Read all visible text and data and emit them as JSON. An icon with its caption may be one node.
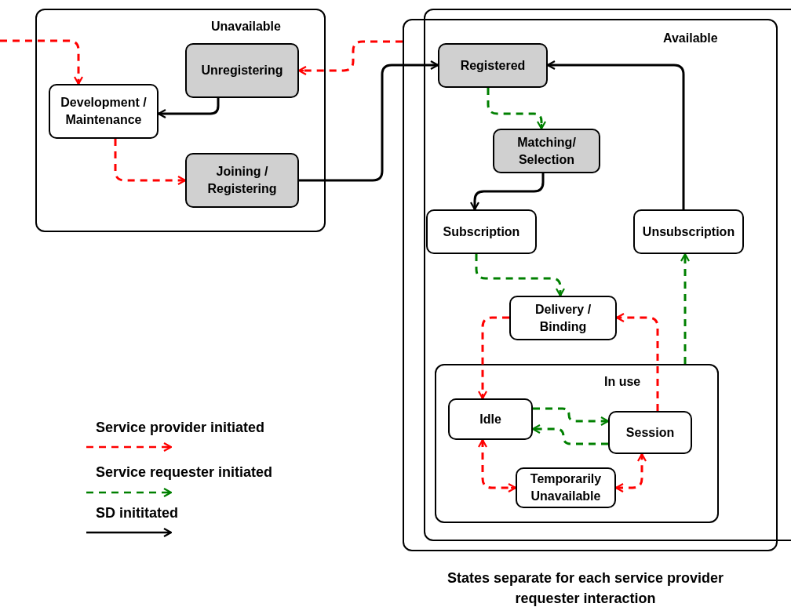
{
  "diagram": {
    "caption": "States separate for each service provider requester interaction",
    "nodes": [
      {
        "text": [
          "Unavailable"
        ]
      },
      {
        "text": [
          "Unregistering"
        ],
        "in": 0
      },
      {
        "text": [
          "Development / Maintenance"
        ],
        "in": 0
      },
      {
        "text": [
          "Joining / Registering"
        ],
        "in": 0
      },
      {
        "text": [
          "Available"
        ]
      },
      {
        "text": [
          "Registered"
        ],
        "in": 4
      },
      {
        "text": [
          "Matching/ Selection"
        ],
        "in": 4
      },
      {
        "text": [
          "Subscription"
        ],
        "in": 4
      },
      {
        "text": [
          "Unsubscription"
        ],
        "in": 4
      },
      {
        "text": [
          "Delivery / Binding"
        ],
        "in": 4
      },
      {
        "text": [
          "In use"
        ],
        "in": 4
      },
      {
        "text": [
          "Idle"
        ],
        "in": 10
      },
      {
        "text": [
          "Session"
        ],
        "in": 10
      },
      {
        "text": [
          "Temporarily Unavailable"
        ],
        "in": 10
      }
    ],
    "edges": [
      {
        "from": null,
        "to": 2,
        "arrow": "to",
        "style": "dashed",
        "color": "#ff0000"
      },
      {
        "from": 4,
        "to": 1,
        "arrow": "to",
        "style": "dashed",
        "color": "#ff0000"
      },
      {
        "from": 1,
        "to": 2,
        "arrow": "to",
        "color": "#000000"
      },
      {
        "from": 2,
        "to": 3,
        "arrow": "to",
        "style": "dashed",
        "color": "#ff0000"
      },
      {
        "from": 3,
        "to": 5,
        "arrow": "to",
        "color": "#000000"
      },
      {
        "from": 5,
        "to": 6,
        "arrow": "to",
        "style": "dashed",
        "color": "#008000"
      },
      {
        "from": 6,
        "to": 7,
        "arrow": "to",
        "color": "#000000"
      },
      {
        "from": 8,
        "to": 5,
        "arrow": "to",
        "color": "#000000"
      },
      {
        "from": 7,
        "to": 9,
        "arrow": "to",
        "style": "dashed",
        "color": "#008000"
      },
      {
        "from": 10,
        "to": 8,
        "arrow": "to",
        "style": "dashed",
        "color": "#008000"
      },
      {
        "from": 9,
        "to": 11,
        "arrow": "to",
        "style": "dashed",
        "color": "#ff0000"
      },
      {
        "from": 12,
        "to": 9,
        "arrow": "to",
        "style": "dashed",
        "color": "#ff0000"
      },
      {
        "from": 11,
        "to": 12,
        "arrow": "to",
        "style": "dashed",
        "color": "#008000"
      },
      {
        "from": 12,
        "to": 11,
        "arrow": "to",
        "style": "dashed",
        "color": "#008000"
      },
      {
        "from": 11,
        "to": 13,
        "arrow": "both",
        "style": "dashed",
        "color": "#ff0000"
      },
      {
        "from": 13,
        "to": 12,
        "arrow": "both",
        "style": "dashed",
        "color": "#ff0000"
      }
    ],
    "legend": [
      {
        "text": "Service provider initiated"
      },
      {
        "text": "Service requester initiated"
      },
      {
        "text": "SD inititated"
      }
    ]
  }
}
